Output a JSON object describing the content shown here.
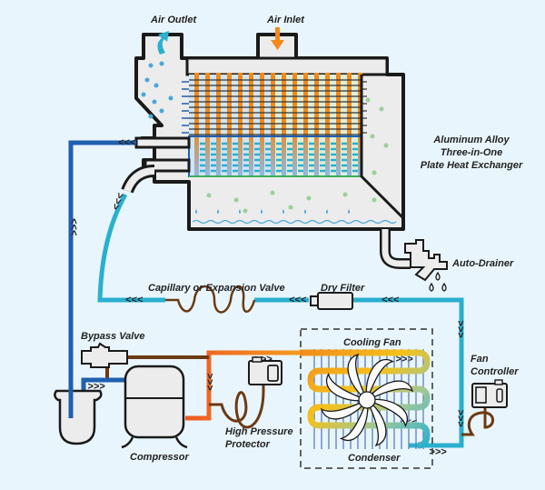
{
  "diagram": {
    "title": "Refrigerated Air Dryer Schematic",
    "background_color": "#e9f5fd",
    "labels": {
      "air_outlet": "Air Outlet",
      "air_inlet": "Air Inlet",
      "heat_exchanger": [
        "Aluminum Alloy",
        "Three-in-One",
        "Plate Heat Exchanger"
      ],
      "auto_drainer": "Auto-Drainer",
      "capillary": "Capillary or Expansion Valve",
      "dry_filter": "Dry Filter",
      "bypass_valve": "Bypass Valve",
      "cooling_fan": "Cooling Fan",
      "fan_controller": [
        "Fan",
        "Controller"
      ],
      "compressor": "Compressor",
      "high_pressure_protector": [
        "High Pressure",
        "Protector"
      ],
      "condenser": "Condenser"
    },
    "flow_arrow_glyph": "<<<",
    "colors": {
      "hot_line": "#ee5a24",
      "warm_line": "#f39c12",
      "cold_line": "#2ab0cf",
      "suction_line": "#1f5fae",
      "capillary_line": "#6b3a12",
      "outline": "#1a1a1a",
      "body_fill": "#ececec",
      "orange_plate": "#f08a1c",
      "air_arrow_out": "#2ab0cf",
      "air_arrow_in": "#f08a1c"
    }
  }
}
